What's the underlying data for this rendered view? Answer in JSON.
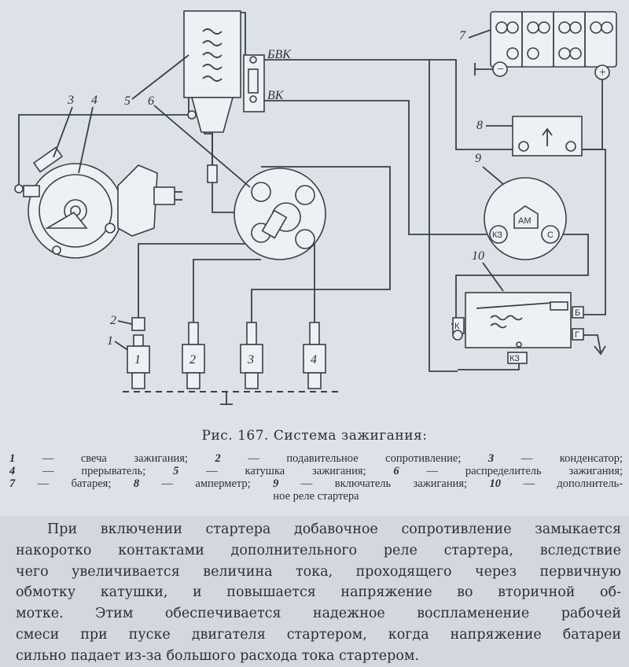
{
  "figure": {
    "caption": "Рис. 167. Система зажигания:",
    "legend_lines": [
      [
        {
          "num": "1",
          "text": " — свеча зажигания;"
        },
        {
          "num": "2",
          "text": " — подавительное сопротивление;"
        },
        {
          "num": "3",
          "text": " — конденсатор;"
        }
      ],
      [
        {
          "num": "4",
          "text": " — прерыватель;"
        },
        {
          "num": "5",
          "text": " — катушка зажигания;"
        },
        {
          "num": "6",
          "text": " — распределитель зажигания;"
        }
      ],
      [
        {
          "num": "7",
          "text": " — батарея;"
        },
        {
          "num": "8",
          "text": " — амперметр;"
        },
        {
          "num": "9",
          "text": " — включатель зажигания;"
        },
        {
          "num": "10",
          "text": " — дополнитель-"
        }
      ],
      [
        {
          "num": "",
          "text": "ное реле стартера"
        }
      ]
    ],
    "labels": {
      "n1": "1",
      "n2": "2",
      "n3": "3",
      "n4": "4",
      "n5": "5",
      "n6": "6",
      "n7": "7",
      "n8": "8",
      "n9": "9",
      "n10": "10",
      "bvk": "БВК",
      "vk": "ВК",
      "am": "АМ",
      "kz": "КЗ",
      "c": "С",
      "k": "К",
      "b": "Б",
      "g": "Г",
      "kz2": "КЗ",
      "plug1": "1",
      "plug2": "2",
      "plug3": "3",
      "plug4": "4",
      "minus": "−",
      "plus": "+"
    }
  },
  "paragraph": [
    "При включении стартера добавочное сопротивление замыкается",
    "накоротко контактами дополнительного реле стартера, вследствие",
    "чего увеличивается величина тока, проходящего через первичную",
    "обмотку катушки, и повышается напряжение во вторичной об-",
    "мотке. Этим обеспечивается надежное воспламенение рабочей",
    "смеси при пуске двигателя стартером, когда напряжение батареи",
    "сильно падает из-за большого расхода тока стартером."
  ]
}
